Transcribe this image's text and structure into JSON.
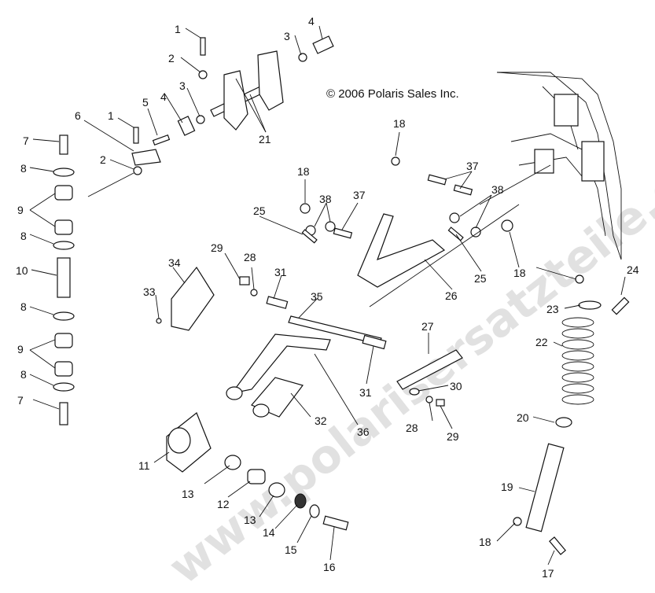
{
  "copyright": "© 2006 Polaris Sales Inc.",
  "watermark": "www.polarisersatzteile.de",
  "callouts": {
    "c1a": "1",
    "c1b": "1",
    "c2a": "2",
    "c2b": "2",
    "c3a": "3",
    "c3b": "3",
    "c4a": "4",
    "c4b": "4",
    "c5": "5",
    "c6": "6",
    "c7a": "7",
    "c7b": "7",
    "c8a": "8",
    "c8b": "8",
    "c8c": "8",
    "c8d": "8",
    "c9a": "9",
    "c9b": "9",
    "c10": "10",
    "c11": "11",
    "c12": "12",
    "c13a": "13",
    "c13b": "13",
    "c14": "14",
    "c15": "15",
    "c16": "16",
    "c17": "17",
    "c18a": "18",
    "c18b": "18",
    "c18c": "18",
    "c18d": "18",
    "c19": "19",
    "c20": "20",
    "c21": "21",
    "c22": "22",
    "c23": "23",
    "c24": "24",
    "c25a": "25",
    "c25b": "25",
    "c26": "26",
    "c27": "27",
    "c28a": "28",
    "c28b": "28",
    "c29a": "29",
    "c29b": "29",
    "c30": "30",
    "c31a": "31",
    "c31b": "31",
    "c32": "32",
    "c33": "33",
    "c34": "34",
    "c35": "35",
    "c36": "36",
    "c37a": "37",
    "c37b": "37",
    "c38a": "38",
    "c38b": "38"
  }
}
